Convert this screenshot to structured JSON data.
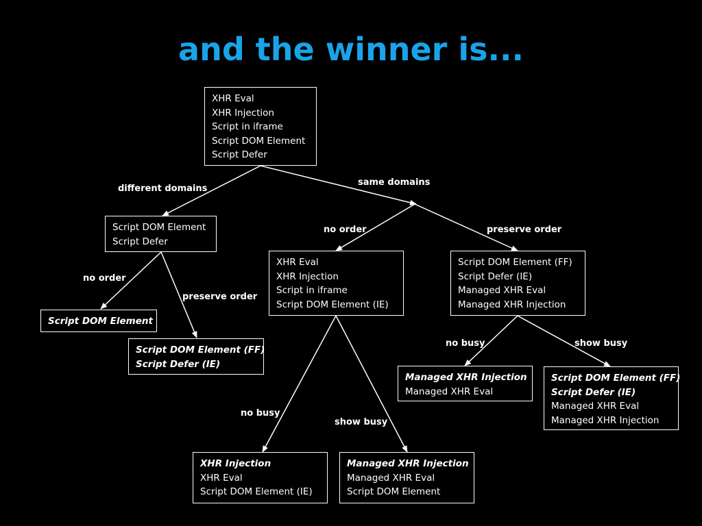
{
  "title": "and the winner is...",
  "colors": {
    "background": "#000000",
    "title": "#1aa3e8",
    "foreground": "#ffffff"
  },
  "nodes": {
    "root": {
      "lines": [
        {
          "text": "XHR Eval",
          "emphasis": false
        },
        {
          "text": "XHR Injection",
          "emphasis": false
        },
        {
          "text": "Script in iframe",
          "emphasis": false
        },
        {
          "text": "Script DOM Element",
          "emphasis": false
        },
        {
          "text": "Script Defer",
          "emphasis": false
        }
      ]
    },
    "diff_domains": {
      "lines": [
        {
          "text": "Script DOM Element",
          "emphasis": false
        },
        {
          "text": "Script Defer",
          "emphasis": false
        }
      ]
    },
    "diff_no_order": {
      "lines": [
        {
          "text": "Script DOM Element",
          "emphasis": true
        }
      ]
    },
    "diff_preserve": {
      "lines": [
        {
          "text": "Script DOM Element (FF)",
          "emphasis": true
        },
        {
          "text": "Script Defer (IE)",
          "emphasis": true
        }
      ]
    },
    "same_no_order": {
      "lines": [
        {
          "text": "XHR Eval",
          "emphasis": false
        },
        {
          "text": "XHR Injection",
          "emphasis": false
        },
        {
          "text": "Script in iframe",
          "emphasis": false
        },
        {
          "text": "Script DOM Element (IE)",
          "emphasis": false
        }
      ]
    },
    "same_preserve": {
      "lines": [
        {
          "text": "Script DOM Element (FF)",
          "emphasis": false
        },
        {
          "text": "Script Defer (IE)",
          "emphasis": false
        },
        {
          "text": "Managed XHR Eval",
          "emphasis": false
        },
        {
          "text": "Managed XHR Injection",
          "emphasis": false
        }
      ]
    },
    "same_no_order_no_busy": {
      "lines": [
        {
          "text": "XHR Injection",
          "emphasis": true
        },
        {
          "text": "XHR Eval",
          "emphasis": false
        },
        {
          "text": "Script DOM Element (IE)",
          "emphasis": false
        }
      ]
    },
    "same_no_order_show_busy": {
      "lines": [
        {
          "text": "Managed XHR Injection",
          "emphasis": true
        },
        {
          "text": "Managed XHR Eval",
          "emphasis": false
        },
        {
          "text": "Script DOM Element",
          "emphasis": false
        }
      ]
    },
    "same_preserve_no_busy": {
      "lines": [
        {
          "text": "Managed XHR Injection",
          "emphasis": true
        },
        {
          "text": "Managed XHR Eval",
          "emphasis": false
        }
      ]
    },
    "same_preserve_show_busy": {
      "lines": [
        {
          "text": "Script DOM Element (FF)",
          "emphasis": true
        },
        {
          "text": "Script Defer (IE)",
          "emphasis": true
        },
        {
          "text": "Managed XHR Eval",
          "emphasis": false
        },
        {
          "text": "Managed XHR Injection",
          "emphasis": false
        }
      ]
    }
  },
  "edge_labels": {
    "different_domains": "different domains",
    "same_domains": "same domains",
    "diff_no_order": "no order",
    "diff_preserve_order": "preserve order",
    "same_no_order": "no order",
    "same_preserve_order": "preserve order",
    "no_order_no_busy": "no busy",
    "no_order_show_busy": "show busy",
    "preserve_no_busy": "no busy",
    "preserve_show_busy": "show busy"
  }
}
